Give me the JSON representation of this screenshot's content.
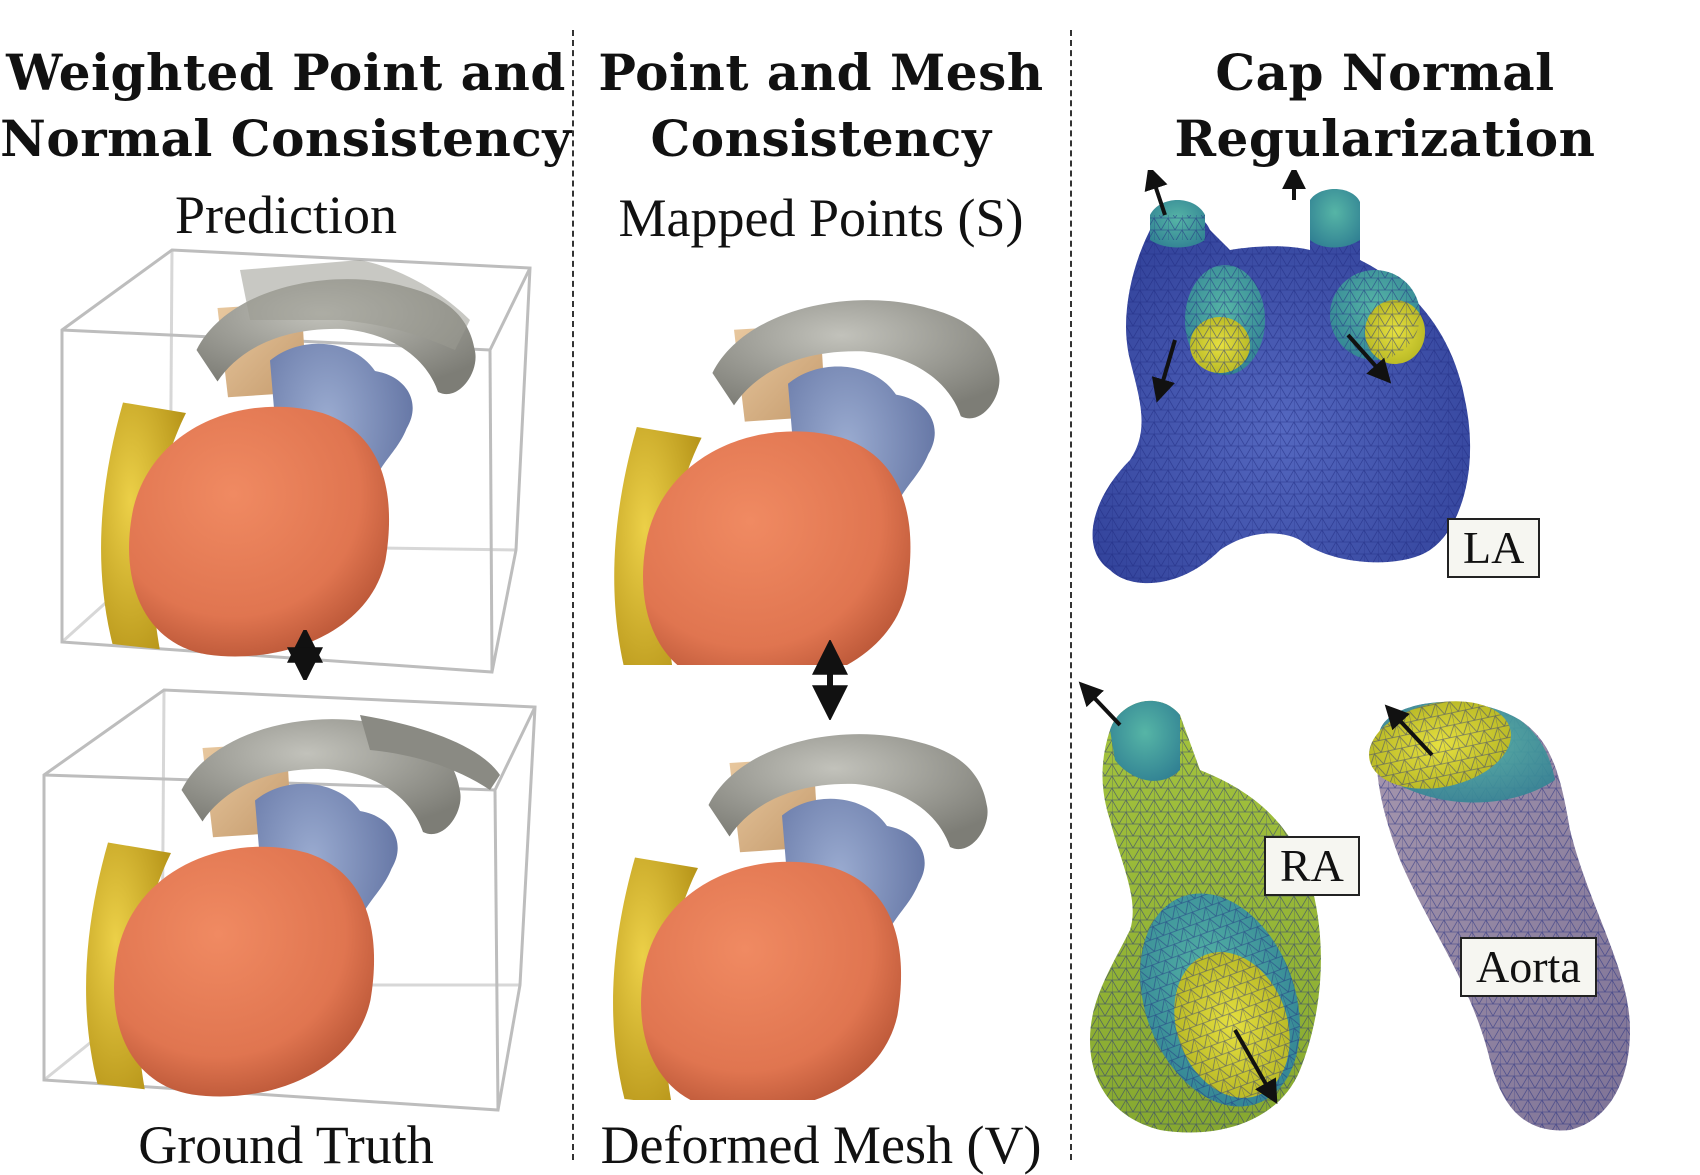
{
  "panels": [
    {
      "heading_line1": "Weighted Point and",
      "heading_line2": "Normal Consistency",
      "top_caption": "Prediction",
      "bottom_caption": "Ground Truth"
    },
    {
      "heading_line1": "Point and Mesh",
      "heading_line2": "Consistency",
      "top_caption": "Mapped Points (S)",
      "bottom_caption": "Deformed Mesh (V)"
    },
    {
      "heading_line1": "Cap Normal",
      "heading_line2": "Regularization",
      "labels": {
        "la": "LA",
        "ra": "RA",
        "aorta": "Aorta"
      }
    }
  ],
  "colors": {
    "ventricle": "#e07550",
    "atrium_yellow": "#d9b82a",
    "pulmonary_blue": "#7f91b8",
    "aorta_gray": "#a3a39c",
    "root_tan": "#d8b48a",
    "mesh_blue": "#3b4fa8",
    "cap_teal": "#3f9e9a",
    "cap_yellow": "#d6d33a",
    "mesh_green": "#9fbf3a",
    "mesh_mauve": "#9b8fa6"
  }
}
